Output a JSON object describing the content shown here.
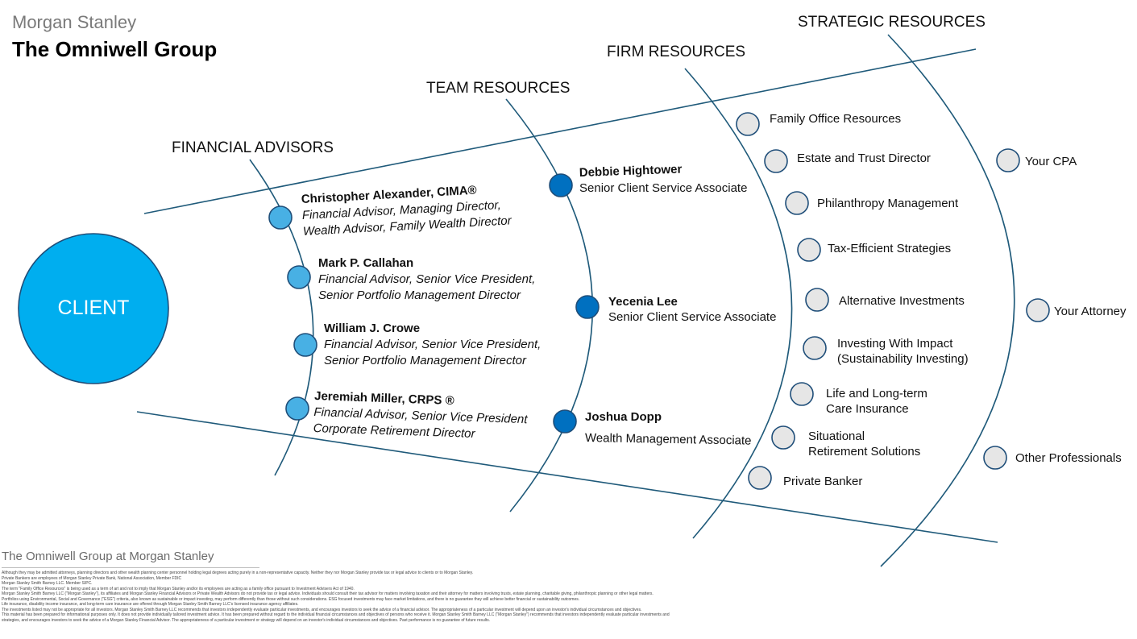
{
  "header": {
    "brand": "Morgan Stanley",
    "title": "The Omniwell Group"
  },
  "client": {
    "label": "CLIENT",
    "color": "#00aeef"
  },
  "columns": {
    "financial_advisors": "FINANCIAL ADVISORS",
    "team_resources": "TEAM RESOURCES",
    "firm_resources": "FIRM RESOURCES",
    "strategic_resources": "STRATEGIC RESOURCES"
  },
  "advisors": [
    {
      "name": "Christopher Alexander, CIMA®",
      "line1": "Financial Advisor, Managing Director,",
      "line2": "Wealth Advisor, Family Wealth Director"
    },
    {
      "name": "Mark P. Callahan",
      "line1": "Financial Advisor, Senior Vice President,",
      "line2": "Senior Portfolio Management Director"
    },
    {
      "name": "William J. Crowe",
      "line1": "Financial Advisor, Senior Vice President,",
      "line2": "Senior Portfolio Management Director"
    },
    {
      "name": "Jeremiah Miller, CRPS ®",
      "line1": "Financial Advisor, Senior Vice President",
      "line2": "Corporate Retirement Director"
    }
  ],
  "team": [
    {
      "name": "Debbie Hightower",
      "role": "Senior Client Service Associate"
    },
    {
      "name": "Yecenia Lee",
      "role": "Senior Client Service Associate"
    },
    {
      "name": "Joshua Dopp",
      "role": "Wealth Management Associate"
    }
  ],
  "firm": [
    {
      "line1": "Family Office Resources",
      "line2": ""
    },
    {
      "line1": "Estate and Trust Director",
      "line2": ""
    },
    {
      "line1": "Philanthropy Management",
      "line2": ""
    },
    {
      "line1": "Tax-Efficient Strategies",
      "line2": ""
    },
    {
      "line1": "Alternative Investments",
      "line2": ""
    },
    {
      "line1": "Investing With Impact",
      "line2": "(Sustainability Investing)"
    },
    {
      "line1": "Life and Long-term",
      "line2": "Care Insurance"
    },
    {
      "line1": "Situational",
      "line2": "Retirement Solutions"
    },
    {
      "line1": "Private Banker",
      "line2": ""
    }
  ],
  "strategic": [
    {
      "label": "Your CPA"
    },
    {
      "label": "Your Attorney"
    },
    {
      "label": "Other Professionals"
    }
  ],
  "colors": {
    "line": "#1f5a7a",
    "advisor_node": "#48b0e4",
    "team_node": "#0070c0",
    "resource_node": "#e6e6e6",
    "node_stroke": "#1f4e79"
  },
  "footer": {
    "title": "The Omniwell Group at Morgan Stanley",
    "disclosures": [
      "Although they may be admitted attorneys, planning directors and other wealth planning center personnel holding legal degrees acting purely in a non-representative capacity. Neither they nor Morgan Stanley provide tax or legal advice to clients or to Morgan Stanley.",
      "Private Bankers are employees of Morgan Stanley Private Bank, National Association, Member FDIC",
      "Morgan Stanley Smith Barney LLC. Member SIPC.",
      "The term \"Family Office Resources\" is being used as a term of art and not to imply that Morgan Stanley and/or its employees are acting as a family office pursuant to Investment Advisers Act of 1940.",
      "Morgan Stanley Smith Barney LLC (\"Morgan Stanley\"), its affiliates and Morgan Stanley Financial Advisors or Private Wealth Advisors do not provide tax or legal advice. Individuals should consult their tax advisor for matters involving taxation and their attorney for matters involving trusts, estate planning, charitable giving, philanthropic planning or other legal matters.",
      "Portfolios using Environmental, Social and Governance (\"ESG\") criteria, also known as sustainable or impact investing, may perform differently than those without such considerations. ESG focused investments may face market limitations, and there is no guarantee they will achieve better financial or sustainability outcomes.",
      "Life insurance, disability income insurance, and long-term care insurance are offered through Morgan Stanley Smith Barney LLC's licensed insurance agency affiliates.",
      "The investments listed may not be appropriate for all investors. Morgan Stanley Smith Barney LLC recommends that investors independently evaluate particular investments, and encourages investors to seek the advice of a financial advisor. The appropriateness of a particular investment will depend upon an investor's individual circumstances and objectives.",
      "This material has been prepared for informational purposes only. It does not provide individually tailored investment advice. It has been prepared without regard to the individual financial circumstances and objectives of persons who receive it. Morgan Stanley Smith Barney LLC (\"Morgan Stanley\") recommends that investors independently evaluate particular investments and strategies, and encourages investors to seek the advice of a Morgan Stanley Financial Advisor. The appropriateness of a particular investment or strategy will depend on an investor's individual circumstances and objectives. Past performance is no guarantee of future results."
    ]
  }
}
